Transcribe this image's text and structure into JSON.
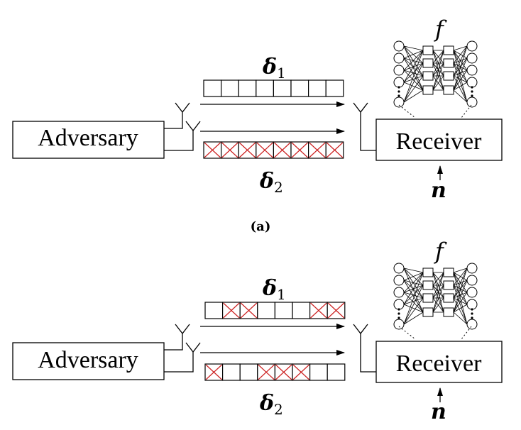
{
  "panels": [
    {
      "adversary_label": "Adversary",
      "receiver_label": "Receiver",
      "delta1_symbol": "δ",
      "delta1_sub": "1",
      "delta2_symbol": "δ",
      "delta2_sub": "2",
      "f_label": "f",
      "n_label": "n",
      "caption": "(a)",
      "delta1_cells": [
        false,
        false,
        false,
        false,
        false,
        false,
        false,
        false
      ],
      "delta2_cells": [
        true,
        true,
        true,
        true,
        true,
        true,
        true,
        true
      ]
    },
    {
      "adversary_label": "Adversary",
      "receiver_label": "Receiver",
      "delta1_symbol": "δ",
      "delta1_sub": "1",
      "delta2_symbol": "δ",
      "delta2_sub": "2",
      "f_label": "f",
      "n_label": "n",
      "caption": "",
      "delta1_cells": [
        false,
        true,
        true,
        false,
        false,
        false,
        true,
        true
      ],
      "delta2_cells": [
        true,
        false,
        false,
        true,
        true,
        true,
        false,
        false
      ]
    }
  ],
  "colors": {
    "stroke": "#000000",
    "mask": "#cc2222"
  }
}
